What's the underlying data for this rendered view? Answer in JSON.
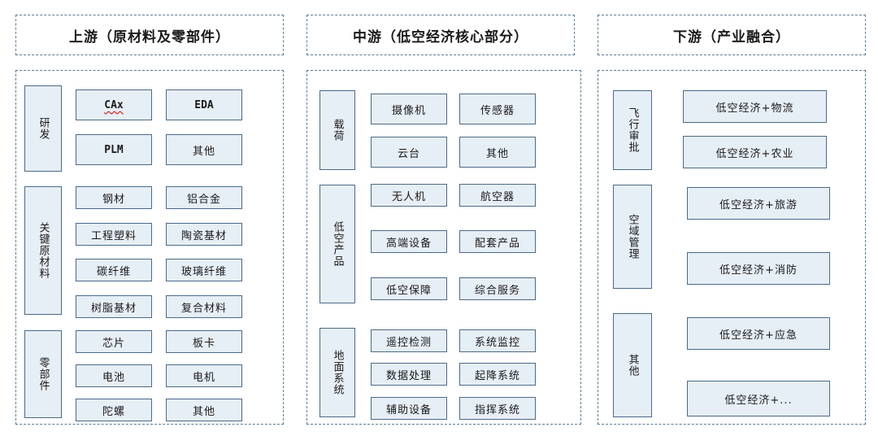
{
  "headers": {
    "upstream": "上游（原材料及零部件）",
    "midstream": "中游（低空经济核心部分）",
    "downstream": "下游（产业融合）"
  },
  "upstream": {
    "rd": {
      "label": "研发",
      "items": [
        "CAx",
        "EDA",
        "PLM",
        "其他"
      ]
    },
    "materials": {
      "label": "关键原材料",
      "items": [
        "钢材",
        "铝合金",
        "工程塑料",
        "陶瓷基材",
        "碳纤维",
        "玻璃纤维",
        "树脂基材",
        "复合材料"
      ]
    },
    "parts": {
      "label": "零部件",
      "items": [
        "芯片",
        "板卡",
        "电池",
        "电机",
        "陀螺",
        "其他"
      ]
    }
  },
  "midstream": {
    "payload": {
      "label": "载荷",
      "items": [
        "摄像机",
        "传感器",
        "云台",
        "其他"
      ]
    },
    "products": {
      "label": "低空产品",
      "items": [
        "无人机",
        "航空器",
        "高端设备",
        "配套产品",
        "低空保障",
        "综合服务"
      ]
    },
    "ground": {
      "label": "地面系统",
      "items": [
        "遥控检测",
        "系统监控",
        "数据处理",
        "起降系统",
        "辅助设备",
        "指挥系统"
      ]
    }
  },
  "downstream": {
    "flight": {
      "label": "飞行审批",
      "items": [
        "低空经济+物流",
        "低空经济+农业"
      ]
    },
    "airspace": {
      "label": "空域管理",
      "items": [
        "低空经济+旅游",
        "低空经济+消防"
      ]
    },
    "other": {
      "label": "其他",
      "items": [
        "低空经济+应急",
        "低空经济+..."
      ]
    }
  }
}
